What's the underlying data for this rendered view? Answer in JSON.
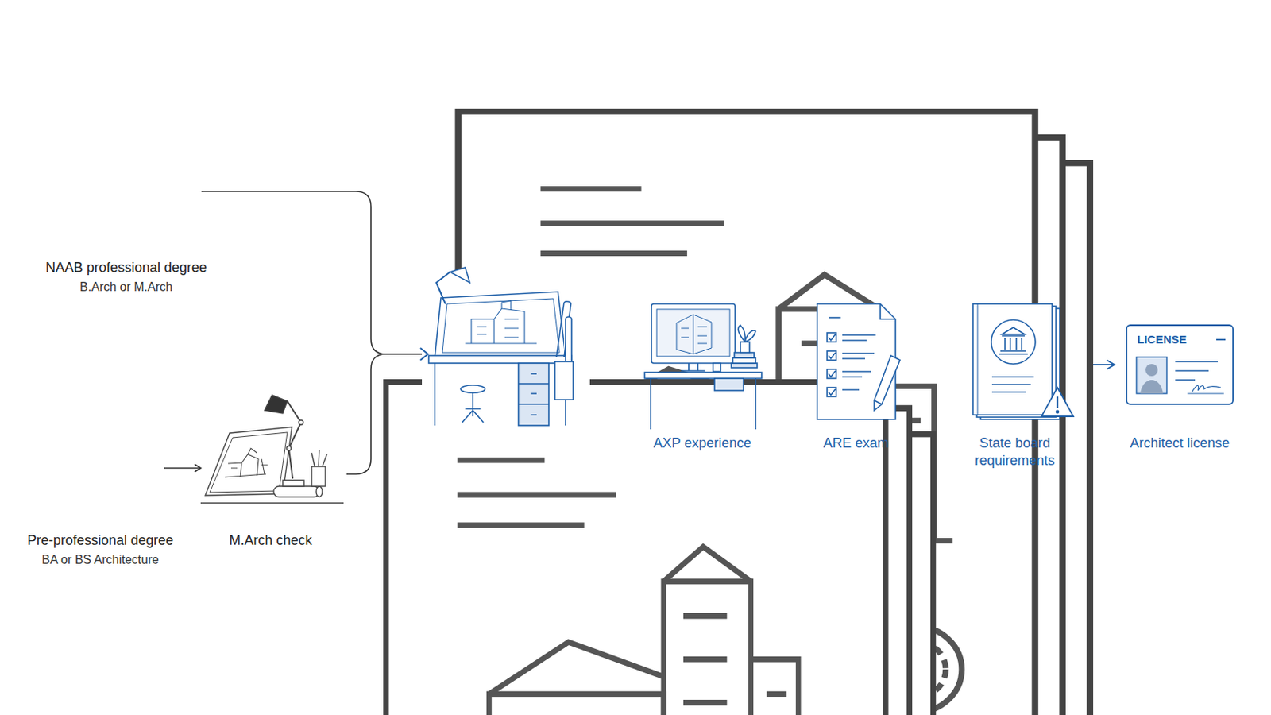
{
  "diagram": {
    "nodes": [
      {
        "text": [
          "NAAB professional degree",
          "B.Arch or M.Arch"
        ]
      },
      {
        "text": [
          "Pre-professional degree",
          "BA or BS Architecture"
        ]
      },
      {
        "text": [
          "M.Arch check"
        ]
      },
      {
        "text": [
          "AXP experience"
        ]
      },
      {
        "text": [
          "ARE exam"
        ]
      },
      {
        "text": [
          "State board requirements"
        ]
      },
      {
        "text": [
          "LICENSE",
          "Architect license"
        ]
      }
    ],
    "edges": [
      {
        "from": 0,
        "to": 3,
        "arrow": "to"
      },
      {
        "from": 1,
        "to": 2,
        "arrow": "to"
      },
      {
        "from": 2,
        "to": 3,
        "arrow": "to"
      },
      {
        "from": 3,
        "to": 4,
        "arrow": "to"
      },
      {
        "from": 4,
        "to": 5,
        "arrow": "to"
      },
      {
        "from": 5,
        "to": 6,
        "arrow": "to"
      }
    ]
  }
}
